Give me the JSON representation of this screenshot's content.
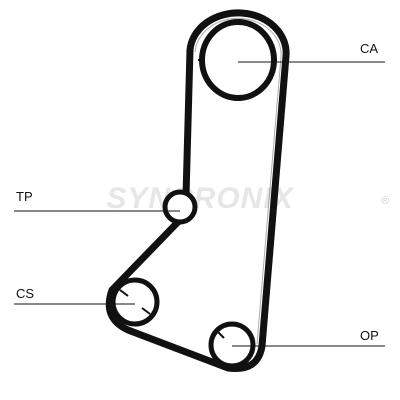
{
  "watermark": {
    "text": "SYNCRONIX",
    "registered_mark": "®"
  },
  "labels": {
    "ca": "CA",
    "tp": "TP",
    "cs": "CS",
    "op": "OP"
  },
  "colors": {
    "belt": "#111111",
    "line": "#111111",
    "watermark": "#e6e6e6",
    "background": "#ffffff"
  }
}
